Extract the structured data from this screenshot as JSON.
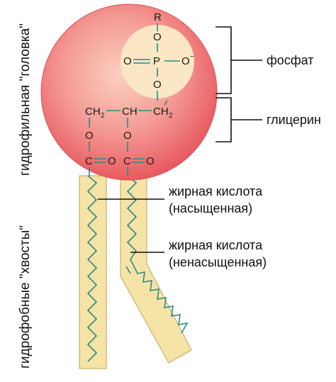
{
  "side_labels": {
    "head": "гидрофильная \"головка\"",
    "tails": "гидрофобные \"хвосты\""
  },
  "labels": {
    "phosphate": "фосфат",
    "glycerol": "глицерин",
    "fa_saturated_line1": "жирная кислота",
    "fa_saturated_line2": "(насыщенная)",
    "fa_unsaturated_line1": "жирная кислота",
    "fa_unsaturated_line2": "(ненасыщенная)"
  },
  "chem": {
    "R": "R",
    "O": "O",
    "P": "P",
    "O_minus": "O",
    "minus": "−",
    "CH": "CH",
    "sub2": "2",
    "C": "C"
  },
  "colors": {
    "head_fill": "#f07070",
    "head_inner": "#fac4b4",
    "phosphate_fill": "#fbe7c4",
    "tail_fill": "#f6e3a6",
    "bond": "#2a8a8a"
  }
}
